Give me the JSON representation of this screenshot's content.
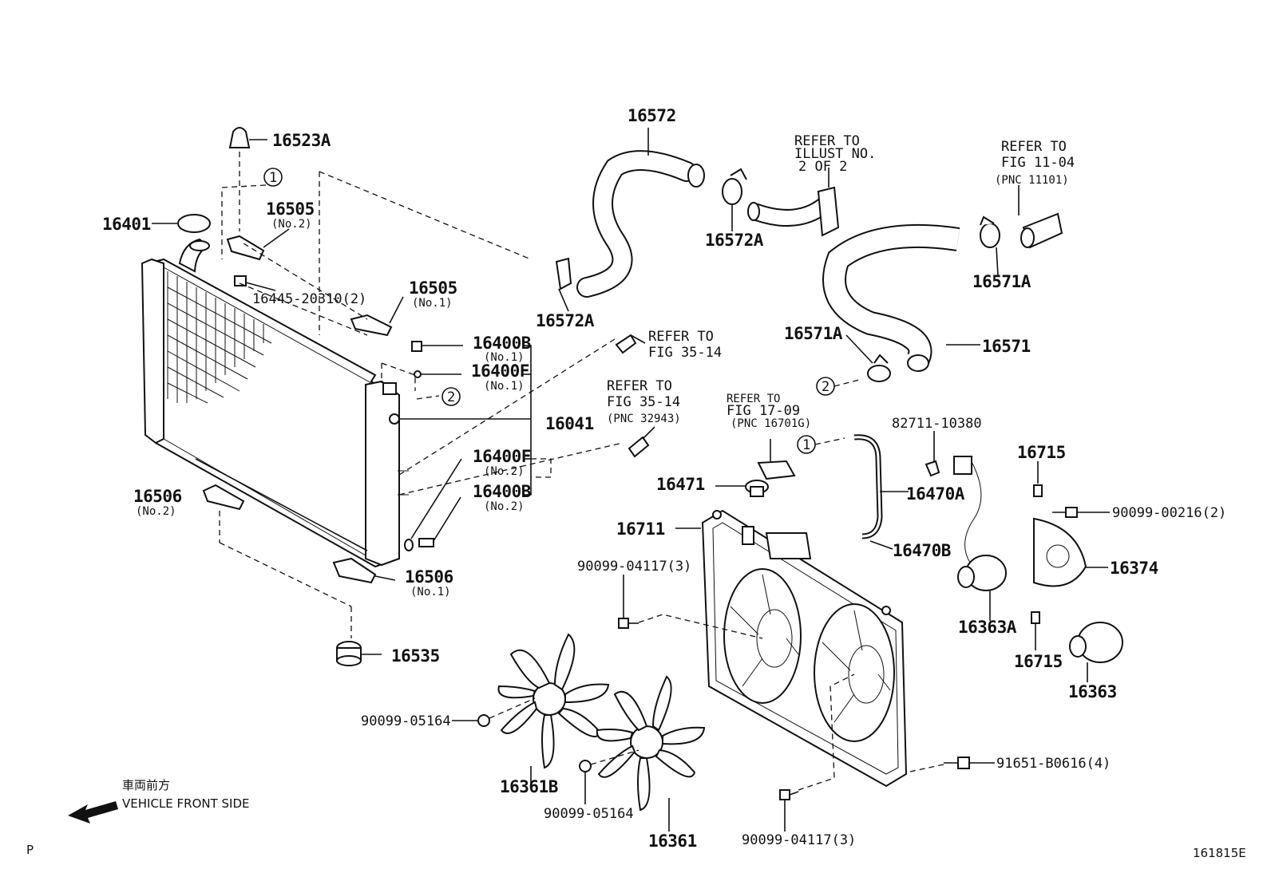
{
  "labels": {
    "p16523A": "16523A",
    "p16401": "16401",
    "p16505_2": "16505",
    "p16505_2_sub": "(No.2)",
    "p16445": "16445-20310(2)",
    "p16505_1": "16505",
    "p16505_1_sub": "(No.1)",
    "p16400B_1": "16400B",
    "p16400B_1_sub": "(No.1)",
    "p16400F_1": "16400F",
    "p16400F_1_sub": "(No.1)",
    "p16041": "16041",
    "p16400F_2": "16400F",
    "p16400F_2_sub": "(No.2)",
    "p16400B_2": "16400B",
    "p16400B_2_sub": "(No.2)",
    "p16506_2": "16506",
    "p16506_2_sub": "(No.2)",
    "p16506_1": "16506",
    "p16506_1_sub": "(No.1)",
    "p16535": "16535",
    "p16572": "16572",
    "p16572A_top": "16572A",
    "p16572A_left": "16572A",
    "p16571A_right": "16571A",
    "p16571A_left": "16571A",
    "p16571": "16571",
    "p16471": "16471",
    "p82711": "82711-10380",
    "p16470A": "16470A",
    "p16470B": "16470B",
    "p16711": "16711",
    "p90099_04117_a": "90099-04117(3)",
    "p90099_04117_b": "90099-04117(3)",
    "p90099_05164_a": "90099-05164",
    "p90099_05164_b": "90099-05164",
    "p16361B": "16361B",
    "p16361": "16361",
    "p91651": "91651-B0616(4)",
    "p16715_top": "16715",
    "p16715_bot": "16715",
    "p90099_00216": "90099-00216(2)",
    "p16374": "16374",
    "p16363A": "16363A",
    "p16363": "16363"
  },
  "refs": {
    "r1_line1": "REFER TO",
    "r1_line2": "ILLUST NO.",
    "r1_line3": "2 OF 2",
    "r2_line1": "REFER  TO",
    "r2_line2": "FIG 11-04",
    "r2_line3": "(PNC 11101)",
    "r3_line1": "REFER TO",
    "r3_line2": "FIG 35-14",
    "r4_line1": "REFER TO",
    "r4_line2": "FIG 35-14",
    "r4_line3": "(PNC 32943)",
    "r5_line1": "REFER TO",
    "r5_line2": "FIG 17-09",
    "r5_line3": "(PNC 16701G)"
  },
  "markers": {
    "m1": "1",
    "m2": "2"
  },
  "footer": {
    "front_jp": "車両前方",
    "front_en": "VEHICLE FRONT SIDE",
    "corner_p": "P",
    "figure_id": "161815E"
  }
}
